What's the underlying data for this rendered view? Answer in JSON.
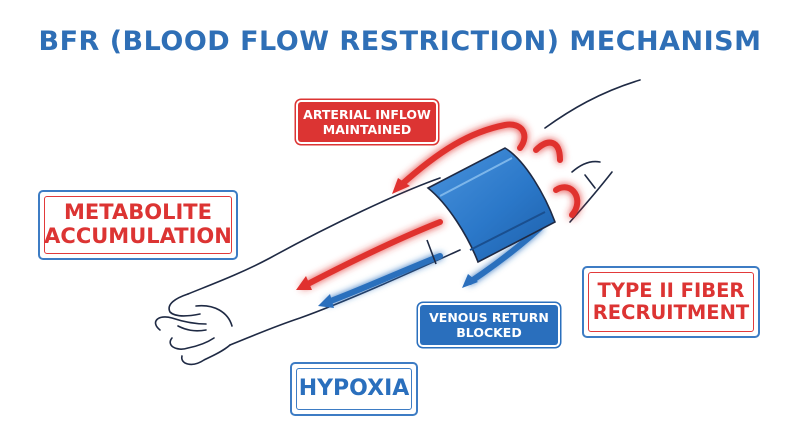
{
  "title": "BFR (BLOOD FLOW RESTRICTION) MECHANISM",
  "labels": {
    "arterial_inflow": "ARTERIAL INFLOW\nMAINTAINED",
    "venous_return": "VENOUS RETURN\nBLOCKED",
    "metabolite": "METABOLITE\nACCUMULATION",
    "type2": "TYPE II FIBER\nRECRUITMENT",
    "hypoxia": "HYPOXIA"
  },
  "colors": {
    "title": "#2f6fb6",
    "red": "#dc3433",
    "blue": "#2a6fbd",
    "cuff": "#2b78c9",
    "outline": "#1f2a44"
  },
  "icons": [
    "arm-outline-icon",
    "pressure-cuff-icon",
    "red-arrow-icon",
    "blue-arrow-icon"
  ]
}
